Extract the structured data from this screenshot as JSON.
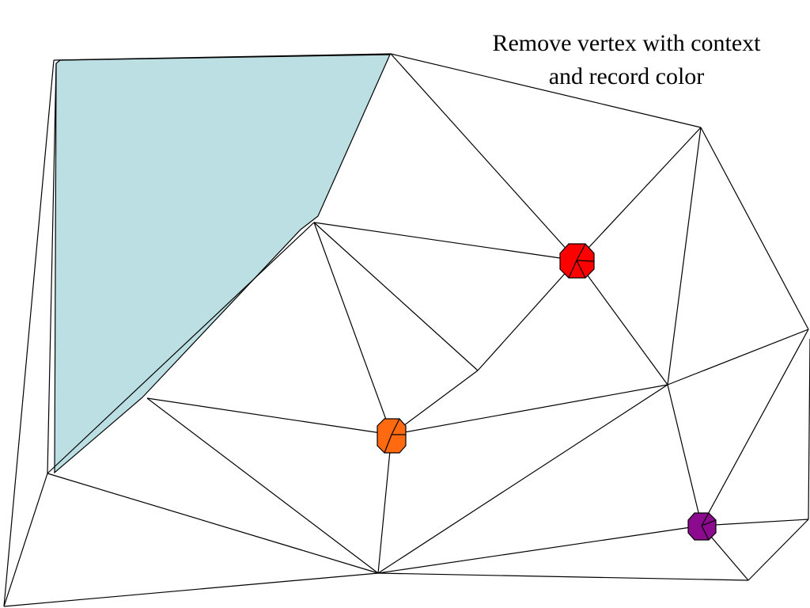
{
  "slide": {
    "title_line1": "Remove vertex with context",
    "title_line2": "and record color"
  },
  "colors": {
    "shaded_region": "#BBDFE2",
    "edge": "#000000",
    "red_vertex": "#FF0000",
    "orange_vertex": "#FF6A10",
    "purple_vertex": "#8B0A8E"
  },
  "marked_vertices": [
    {
      "name": "red-vertex",
      "color": "red"
    },
    {
      "name": "orange-vertex",
      "color": "orange"
    },
    {
      "name": "purple-vertex",
      "color": "purple"
    }
  ]
}
